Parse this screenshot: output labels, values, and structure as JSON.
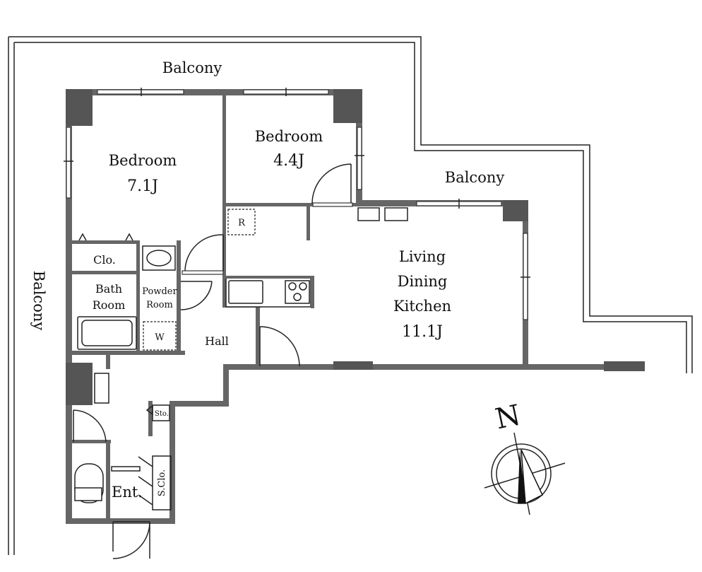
{
  "labels": {
    "balcony_top": "Balcony",
    "balcony_right": "Balcony",
    "balcony_left": "Balcony",
    "bedroom1_name": "Bedroom",
    "bedroom1_size": "7.1J",
    "bedroom2_name": "Bedroom",
    "bedroom2_size": "4.4J",
    "ldk_line1": "Living",
    "ldk_line2": "Dining",
    "ldk_line3": "Kitchen",
    "ldk_size": "11.1J",
    "closet": "Clo.",
    "bath_line1": "Bath",
    "bath_line2": "Room",
    "powder_line1": "Powder",
    "powder_line2": "Room",
    "washer": "W",
    "fridge": "R",
    "hall": "Hall",
    "storage": "Sto.",
    "entrance": "Ent.",
    "shoe_closet": "S.Clo.",
    "north": "N"
  },
  "colors": {
    "wall": "#666666",
    "line": "#222222"
  }
}
